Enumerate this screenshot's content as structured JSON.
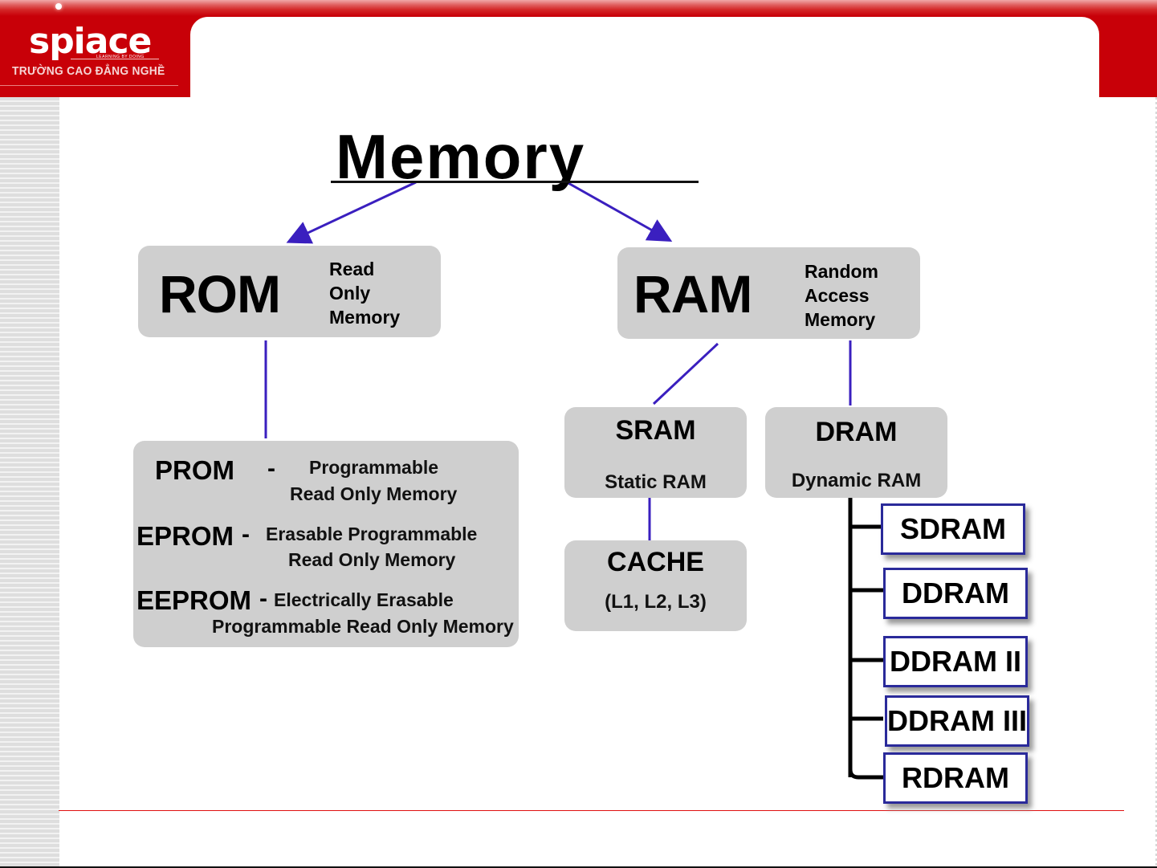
{
  "header": {
    "logo": {
      "wordmark": "spiace",
      "tagline": "LEARNING BY DOING",
      "school_name": "TRƯỜNG CAO ĐẲNG NGHỀ"
    }
  },
  "diagram": {
    "title": "Memory",
    "colors": {
      "accent_red": "#c80008",
      "connector_blue": "#3a1fbf",
      "node_gray": "#cfcfcf",
      "subtype_border": "#2a2a9a"
    },
    "rom": {
      "label": "ROM",
      "expansion": [
        "Read",
        "Only",
        "Memory"
      ],
      "types": [
        {
          "term": "PROM",
          "dash": "-",
          "lines": [
            "Programmable",
            "Read Only Memory"
          ]
        },
        {
          "term": "EPROM",
          "dash": "-",
          "lines": [
            "Erasable Programmable",
            "Read Only Memory"
          ]
        },
        {
          "term": "EEPROM",
          "dash": "-",
          "lines": [
            "Electrically Erasable",
            "Programmable Read Only Memory"
          ]
        }
      ]
    },
    "ram": {
      "label": "RAM",
      "expansion": [
        "Random",
        "Access",
        "Memory"
      ],
      "sram": {
        "label": "SRAM",
        "sub": "Static RAM"
      },
      "dram": {
        "label": "DRAM",
        "sub": "Dynamic RAM"
      },
      "cache": {
        "label": "CACHE",
        "sub": "(L1, L2, L3)"
      },
      "dram_types": [
        "SDRAM",
        "DDRAM",
        "DDRAM II",
        "DDRAM III",
        "RDRAM"
      ]
    }
  }
}
